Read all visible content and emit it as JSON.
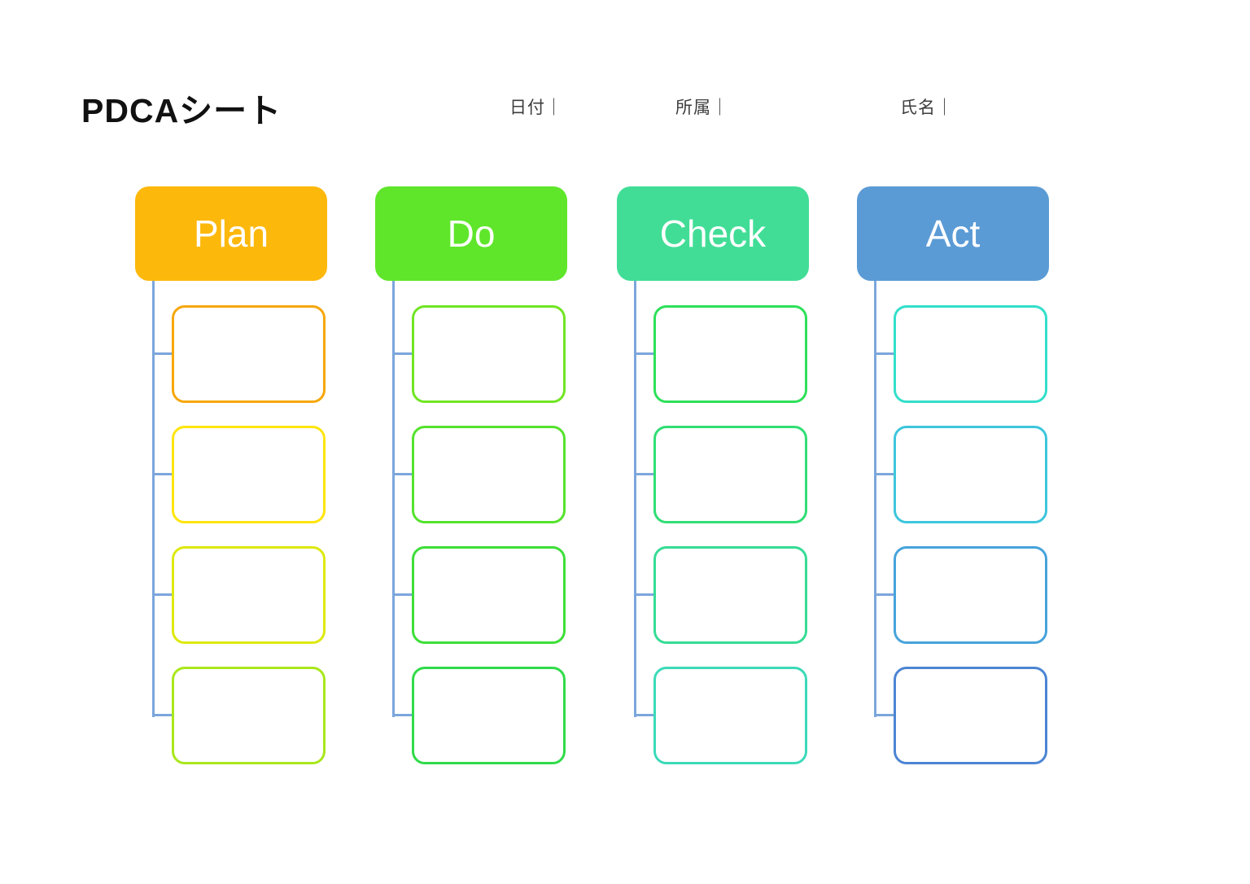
{
  "page": {
    "title": "PDCAシート"
  },
  "meta_fields": [
    {
      "id": "date",
      "label": "日付｜"
    },
    {
      "id": "department",
      "label": "所属｜"
    },
    {
      "id": "name",
      "label": "氏名｜"
    }
  ],
  "connector_color": "#7CA6DC",
  "columns": [
    {
      "label": "Plan",
      "header_color": "#FDB80C",
      "box_border_colors": [
        "#F6A70A",
        "#FFE50D",
        "#DDE90E",
        "#A9E71B"
      ]
    },
    {
      "label": "Do",
      "header_color": "#5FE62B",
      "box_border_colors": [
        "#71E524",
        "#55E22D",
        "#3DDE38",
        "#30DB49"
      ]
    },
    {
      "label": "Check",
      "header_color": "#41DD96",
      "box_border_colors": [
        "#2EE059",
        "#30DE74",
        "#36DC95",
        "#3BDAB8"
      ]
    },
    {
      "label": "Act",
      "header_color": "#5B9BD5",
      "box_border_colors": [
        "#33DFCA",
        "#3DC6DC",
        "#47A3DB",
        "#4C85D3"
      ]
    }
  ]
}
